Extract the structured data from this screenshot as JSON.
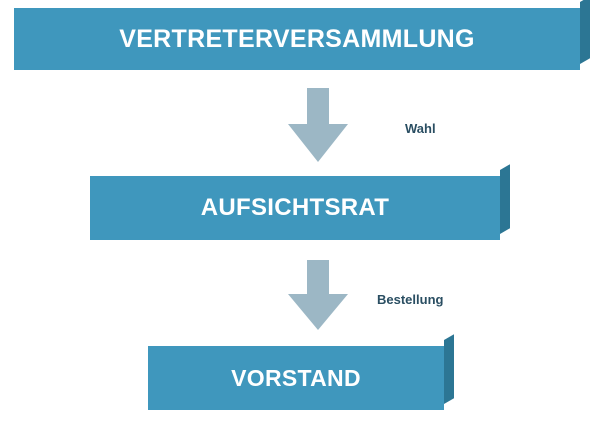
{
  "diagram": {
    "nodes": [
      {
        "id": "vertreterversammlung",
        "label": "VERTRETERVERSAMMLUNG"
      },
      {
        "id": "aufsichtsrat",
        "label": "AUFSICHTSRAT"
      },
      {
        "id": "vorstand",
        "label": "VORSTAND"
      }
    ],
    "edges": [
      {
        "from": "vertreterversammlung",
        "to": "aufsichtsrat",
        "label": "Wahl"
      },
      {
        "from": "aufsichtsrat",
        "to": "vorstand",
        "label": "Bestellung"
      }
    ]
  },
  "colors": {
    "box_fill": "#3f97bd",
    "box_shadow": "#2c7694",
    "arrow": "#9cb7c5",
    "label_text": "#2a4e62"
  }
}
